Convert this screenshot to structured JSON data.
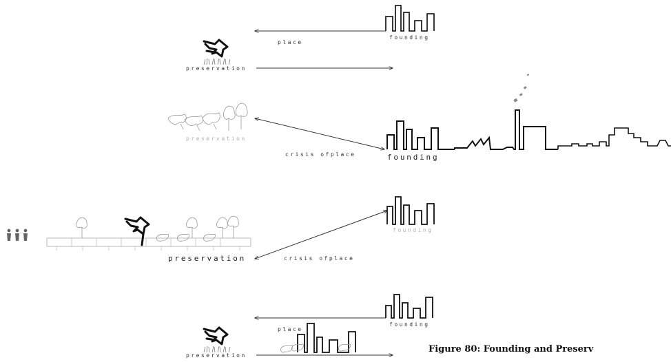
{
  "panel1": {
    "place_label": "place",
    "founding_label": "founding",
    "preservation_label": "preservation"
  },
  "panel2": {
    "preservation_label": "preservation",
    "crisis_label": "crisis ofplace",
    "founding_label": "founding"
  },
  "panel3": {
    "founding_label": "founding",
    "preservation_label": "preservation",
    "crisis_label": "crisis ofplace"
  },
  "panel4": {
    "place_label": "place",
    "founding_label": "founding",
    "preservation_label": "preservation"
  },
  "caption": "Figure 80: Founding and Preserv"
}
